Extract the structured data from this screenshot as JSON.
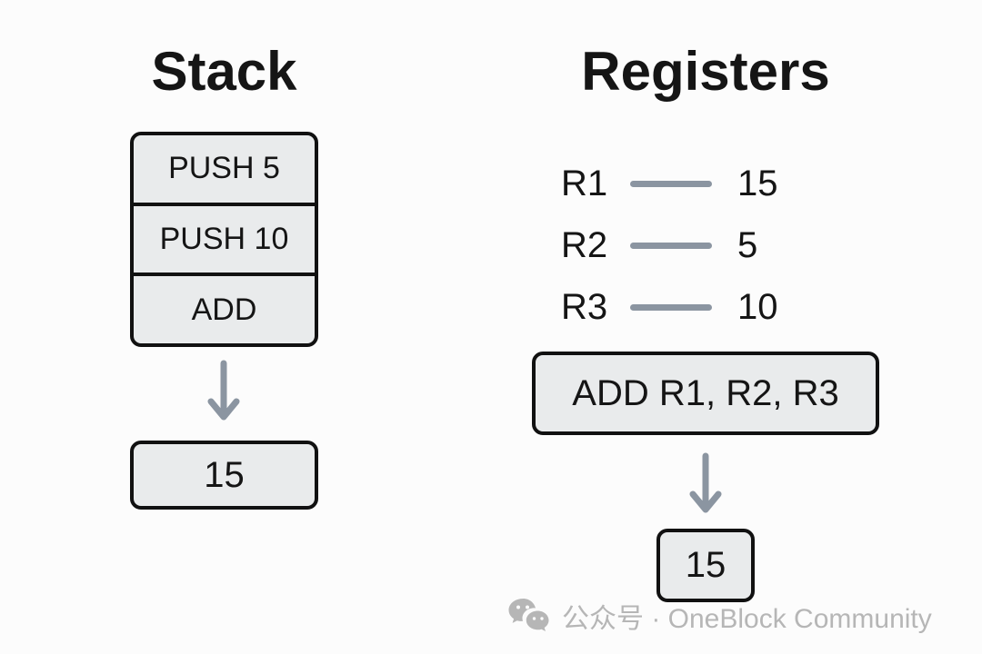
{
  "colors": {
    "box_fill": "#e9ebec",
    "box_border": "#111111",
    "arrow": "#8b95a1",
    "text": "#151515",
    "watermark": "#b6b6b6",
    "page_bg": "#fcfcfc"
  },
  "stack": {
    "title": "Stack",
    "instructions": [
      "PUSH 5",
      "PUSH 10",
      "ADD"
    ],
    "result": "15"
  },
  "registers": {
    "title": "Registers",
    "rows": [
      {
        "name": "R1",
        "value": "15"
      },
      {
        "name": "R2",
        "value": "5"
      },
      {
        "name": "R3",
        "value": "10"
      }
    ],
    "instruction": "ADD R1, R2, R3",
    "result": "15"
  },
  "watermark": {
    "icon": "wechat-icon",
    "text": "公众号 · OneBlock Community"
  }
}
